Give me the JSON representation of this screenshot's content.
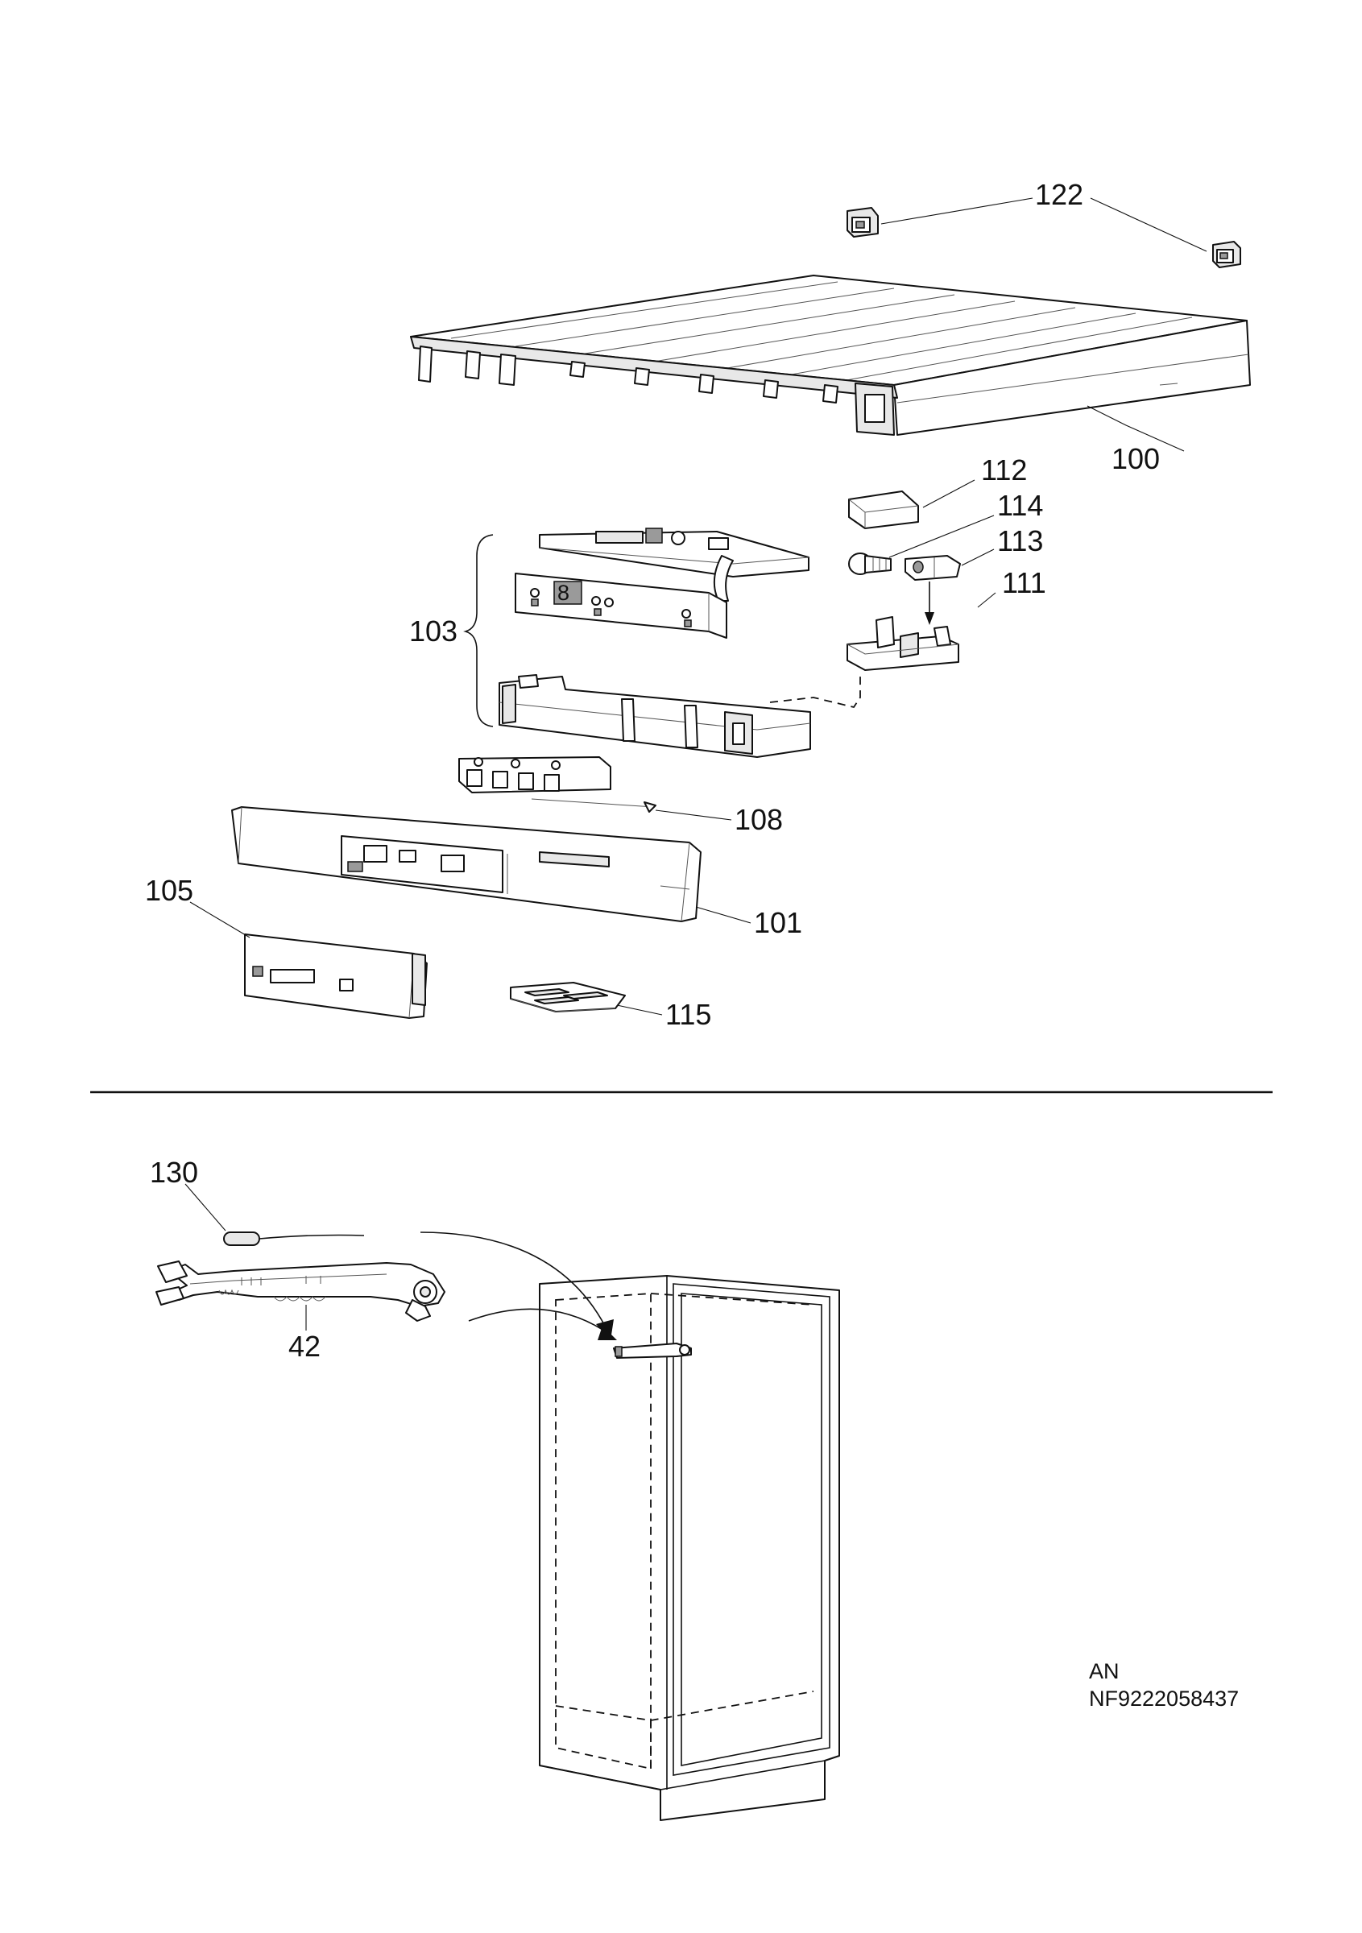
{
  "diagram": {
    "callouts": {
      "c122": "122",
      "c100": "100",
      "c112": "112",
      "c114": "114",
      "c113": "113",
      "c111": "111",
      "c103": "103",
      "c108": "108",
      "c105": "105",
      "c101": "101",
      "c115": "115",
      "c130": "130",
      "c42": "42"
    },
    "doc_code": {
      "line1": "AN",
      "line2": "NF9222058437"
    }
  }
}
